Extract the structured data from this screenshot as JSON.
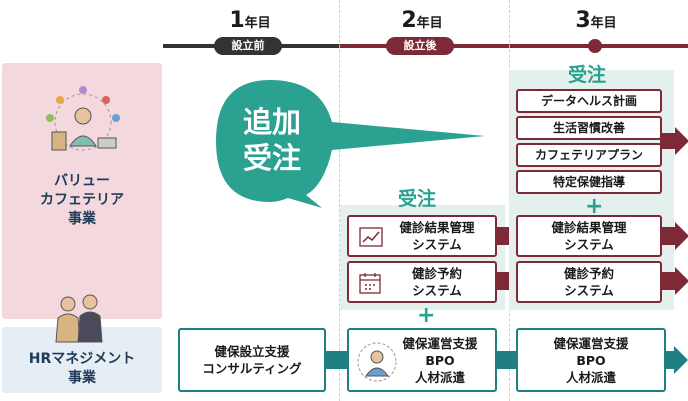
{
  "timeline": {
    "years": [
      {
        "number": "1",
        "unit": "年目",
        "phase": "設立前"
      },
      {
        "number": "2",
        "unit": "年目",
        "phase": "設立後"
      },
      {
        "number": "3",
        "unit": "年目",
        "phase": ""
      }
    ]
  },
  "sidebar": {
    "value_cafeteria": [
      "バリュー",
      "カフェテリア",
      "事業"
    ],
    "hr_management": [
      "HRマネジメント",
      "事業"
    ]
  },
  "callout": {
    "lines": [
      "追加",
      "受注"
    ]
  },
  "year2": {
    "heading": "受注",
    "boxes": [
      {
        "lines": [
          "健診結果管理",
          "システム"
        ],
        "icon": "chart-icon"
      },
      {
        "lines": [
          "健診予約",
          "システム"
        ],
        "icon": "calendar-icon"
      }
    ],
    "hr_box": {
      "lines": [
        "健保運営支援",
        "BPO",
        "人材派遣"
      ],
      "icon": "operator-icon"
    }
  },
  "year3": {
    "heading": "受注",
    "services": [
      "データヘルス計画",
      "生活習慣改善",
      "カフェテリアプラン",
      "特定保健指導"
    ],
    "boxes": [
      {
        "lines": [
          "健診結果管理",
          "システム"
        ]
      },
      {
        "lines": [
          "健診予約",
          "システム"
        ]
      }
    ],
    "hr_box": {
      "lines": [
        "健保運営支援",
        "BPO",
        "人材派遣"
      ]
    }
  },
  "year1": {
    "hr_box": {
      "lines": [
        "健保設立支援",
        "コンサルティング"
      ]
    }
  },
  "plus_symbol": "+",
  "colors": {
    "maroon": "#7d2a36",
    "teal": "#1f7f82",
    "green": "#2aa191",
    "pink": "#f3d8de",
    "light_teal": "#e3f0ee",
    "light_blue": "#e4eef4"
  }
}
